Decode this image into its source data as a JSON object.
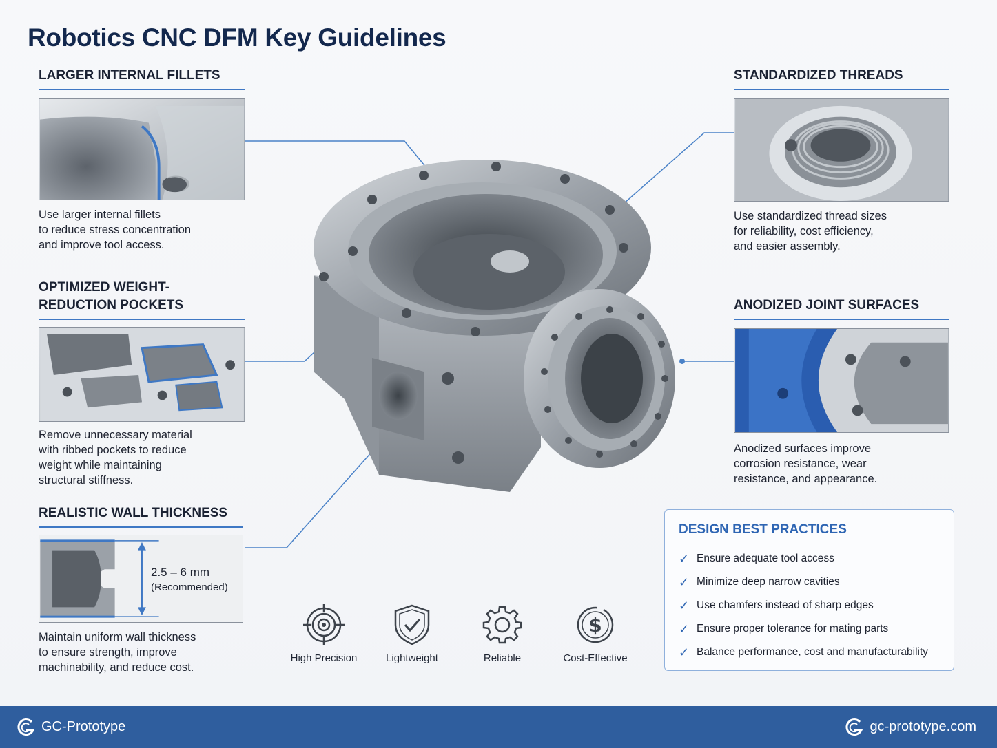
{
  "title": "Robotics CNC DFM Key Guidelines",
  "sections": {
    "fillets": {
      "heading": "LARGER INTERNAL FILLETS",
      "description": "Use larger internal fillets\nto reduce stress concentration\nand improve tool access."
    },
    "pockets": {
      "heading": "OPTIMIZED WEIGHT-\nREDUCTION POCKETS",
      "description": "Remove unnecessary material\nwith ribbed pockets to reduce\nweight while maintaining\nstructural stiffness."
    },
    "walls": {
      "heading": "REALISTIC WALL THICKNESS",
      "dimension": "2.5 – 6 mm",
      "dimension_note": "(Recommended)",
      "description": "Maintain uniform wall thickness\nto ensure strength, improve\nmachinability, and reduce cost."
    },
    "threads": {
      "heading": "STANDARDIZED THREADS",
      "description": "Use standardized thread sizes\nfor reliability, cost efficiency,\nand easier assembly."
    },
    "anodized": {
      "heading": "ANODIZED JOINT SURFACES",
      "description": "Anodized surfaces improve\ncorrosion resistance, wear\nresistance, and appearance."
    }
  },
  "features": [
    {
      "icon": "target-icon",
      "label": "High Precision"
    },
    {
      "icon": "shield-check-icon",
      "label": "Lightweight"
    },
    {
      "icon": "gear-icon",
      "label": "Reliable"
    },
    {
      "icon": "dollar-icon",
      "label": "Cost-Effective"
    }
  ],
  "practices": {
    "heading": "DESIGN BEST PRACTICES",
    "items": [
      "Ensure adequate tool access",
      "Minimize deep narrow cavities",
      "Use chamfers instead of sharp edges",
      "Ensure proper tolerance for mating parts",
      "Balance performance, cost and manufacturability"
    ]
  },
  "footer": {
    "brand": "GC-Prototype",
    "url": "gc-prototype.com"
  },
  "colors": {
    "accent": "#3f78c4",
    "title": "#13284d",
    "footer": "#2f5e9e",
    "anodized": "#2a5db0"
  }
}
